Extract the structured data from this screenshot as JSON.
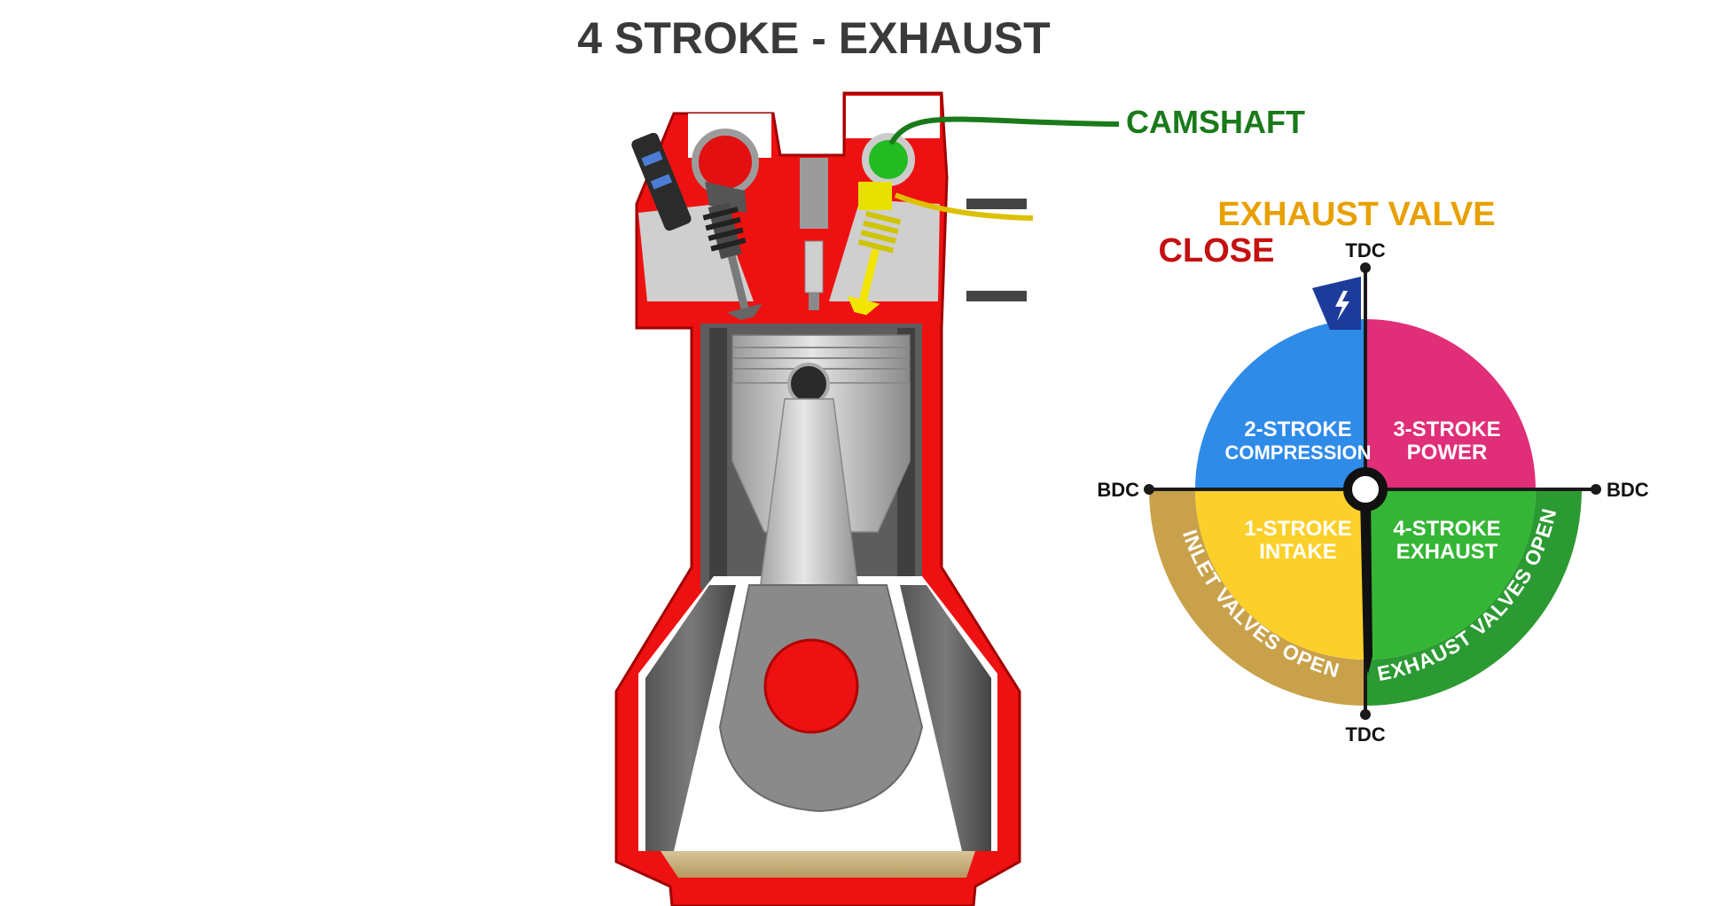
{
  "title": "4 STROKE - EXHAUST",
  "labels": {
    "camshaft": "CAMSHAFT",
    "exhaust_valve": "EXHAUST VALVE",
    "close": "CLOSE"
  },
  "cycle": {
    "tdc_top": "TDC",
    "tdc_bottom": "TDC",
    "bdc_left": "BDC",
    "bdc_right": "BDC",
    "q_compression_1": "2-STROKE",
    "q_compression_2": "COMPRESSION",
    "q_power_1": "3-STROKE",
    "q_power_2": "POWER",
    "q_intake_1": "1-STROKE",
    "q_intake_2": "INTAKE",
    "q_exhaust_1": "4-STROKE",
    "q_exhaust_2": "EXHAUST",
    "inlet_arc": "INLET VALVES OPEN",
    "exhaust_arc": "EXHAUST VALVES OPEN"
  },
  "colors": {
    "engine_red": "#ee1111",
    "camshaft_green": "#1a7a1a",
    "cam_lobe_green": "#22bb22",
    "exhaust_valve_yellow": "#e8a000",
    "valve_yellow": "#f2e600",
    "close_red": "#c41010",
    "compression_blue": "#2f8be8",
    "power_pink": "#e02e78",
    "intake_yellow": "#fcd02a",
    "exhaust_green": "#35b535",
    "inlet_band": "#c9a14a",
    "exhaust_band": "#2b9a32",
    "spark_flag": "#1d3b9a"
  }
}
